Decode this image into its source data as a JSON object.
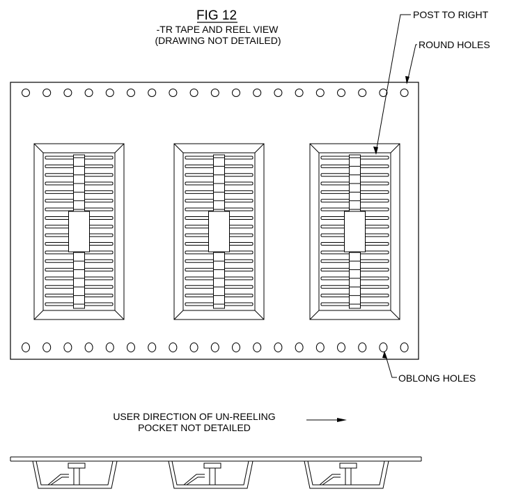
{
  "title": "FIG 12",
  "subtitle_line1": "-TR TAPE AND REEL VIEW",
  "subtitle_line2": "(DRAWING NOT DETAILED)",
  "callouts": {
    "post_to_right": "POST TO RIGHT",
    "round_holes": "ROUND HOLES",
    "oblong_holes": "OBLONG HOLES"
  },
  "direction": {
    "line1": "USER DIRECTION OF UN-REELING",
    "line2": "POCKET NOT DETAILED"
  },
  "counts": {
    "top_holes": 19,
    "bottom_holes": 19,
    "pockets": 3,
    "leads_per_pocket": 18
  }
}
